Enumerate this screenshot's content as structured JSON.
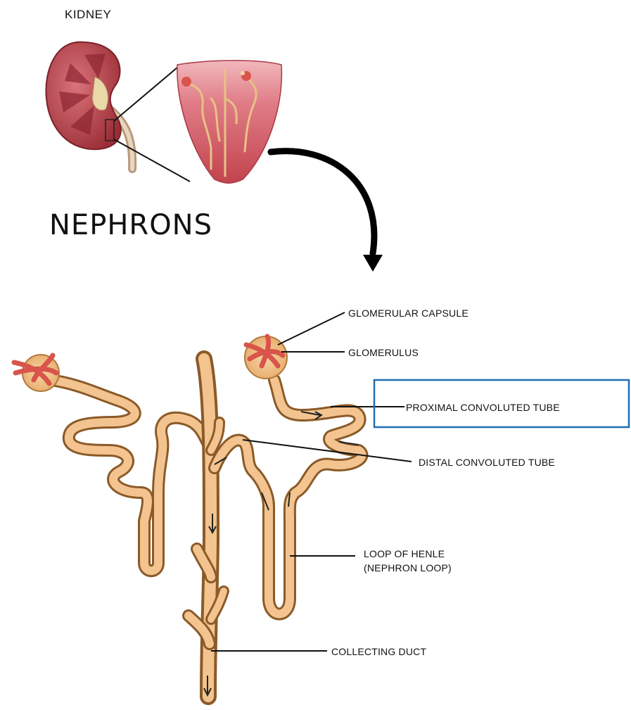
{
  "header": {
    "kidney_label": "KIDNEY",
    "title": "NEPHRONS"
  },
  "labels": {
    "glomerular_capsule": "GLOMERULAR CAPSULE",
    "glomerulus": "GLOMERULUS",
    "proximal_tube": "PROXIMAL CONVOLUTED TUBE",
    "distal_tube": "DISTAL CONVOLUTED TUBE",
    "loop_line1": "LOOP OF HENLE",
    "loop_line2": "(NEPHRON LOOP)",
    "collecting_duct": "COLLECTING DUCT"
  },
  "colors": {
    "tube": "#e2a86a",
    "tube_highlight": "#f3c48f",
    "tube_outline": "#8a5a28",
    "kidney": "#b8434a",
    "glomerulus": "#d9544a",
    "highlight_box": "#1f6fb5",
    "arrow": "#000000"
  },
  "icons": {
    "kidney": "kidney-illustration",
    "pyramid": "renal-pyramid-illustration",
    "arrow": "curved-arrow"
  },
  "highlight": {
    "target": "PROXIMAL CONVOLUTED TUBE"
  }
}
